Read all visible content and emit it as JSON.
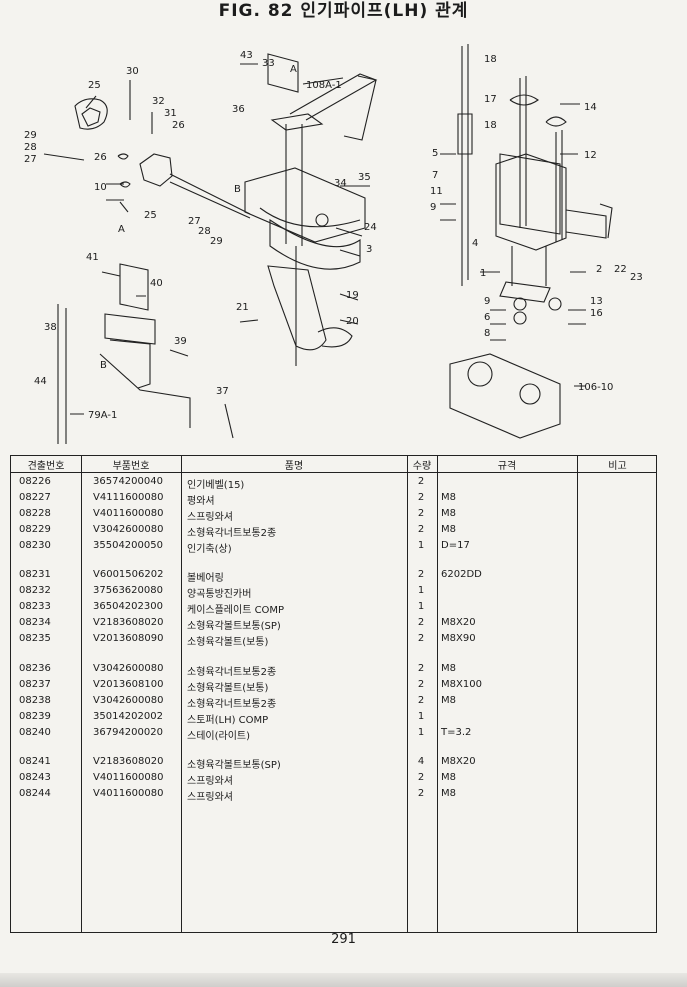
{
  "title": "FIG. 82 인기파이프(LH) 관계",
  "diagram": {
    "callouts": [
      "43",
      "33",
      "A",
      "108A-1",
      "18",
      "30",
      "36",
      "25",
      "32",
      "31",
      "17",
      "14",
      "26",
      "18",
      "29",
      "28",
      "27",
      "26",
      "5",
      "12",
      "10",
      "34",
      "35",
      "7",
      "B",
      "11",
      "9",
      "25",
      "27",
      "28",
      "29",
      "24",
      "4",
      "A",
      "3",
      "1",
      "2",
      "22",
      "23",
      "41",
      "40",
      "21",
      "19",
      "9",
      "13",
      "38",
      "20",
      "6",
      "16",
      "39",
      "8",
      "B",
      "44",
      "106-10",
      "37",
      "79A-1"
    ]
  },
  "table": {
    "headers": {
      "code": "견출번호",
      "part_no": "부품번호",
      "name": "품명",
      "qty": "수량",
      "spec": "규격",
      "remark": "비고"
    },
    "rows": [
      {
        "code": "08226",
        "part_no": "36574200040",
        "name": "인기베벨(15)",
        "qty": "2",
        "spec": ""
      },
      {
        "code": "08227",
        "part_no": "V4111600080",
        "name": "평와셔",
        "qty": "2",
        "spec": "M8"
      },
      {
        "code": "08228",
        "part_no": "V4011600080",
        "name": "스프링와셔",
        "qty": "2",
        "spec": "M8"
      },
      {
        "code": "08229",
        "part_no": "V3042600080",
        "name": "소형육각너트보통2종",
        "qty": "2",
        "spec": "M8"
      },
      {
        "code": "08230",
        "part_no": "35504200050",
        "name": "인기축(상)",
        "qty": "1",
        "spec": "D=17"
      },
      {
        "code": "08231",
        "part_no": "V6001506202",
        "name": "볼베어링",
        "qty": "2",
        "spec": "6202DD"
      },
      {
        "code": "08232",
        "part_no": "37563620080",
        "name": "양곡통방진카버",
        "qty": "1",
        "spec": ""
      },
      {
        "code": "08233",
        "part_no": "36504202300",
        "name": "케이스플레이트 COMP",
        "qty": "1",
        "spec": ""
      },
      {
        "code": "08234",
        "part_no": "V2183608020",
        "name": "소형육각볼트보통(SP)",
        "qty": "2",
        "spec": "M8X20"
      },
      {
        "code": "08235",
        "part_no": "V2013608090",
        "name": "소형육각볼트(보통)",
        "qty": "2",
        "spec": "M8X90"
      },
      {
        "code": "08236",
        "part_no": "V3042600080",
        "name": "소형육각너트보통2종",
        "qty": "2",
        "spec": "M8"
      },
      {
        "code": "08237",
        "part_no": "V2013608100",
        "name": "소형육각볼트(보통)",
        "qty": "2",
        "spec": "M8X100"
      },
      {
        "code": "08238",
        "part_no": "V3042600080",
        "name": "소형육각너트보통2종",
        "qty": "2",
        "spec": "M8"
      },
      {
        "code": "08239",
        "part_no": "35014202002",
        "name": "스토퍼(LH) COMP",
        "qty": "1",
        "spec": ""
      },
      {
        "code": "08240",
        "part_no": "36794200020",
        "name": "스테이(라이트)",
        "qty": "1",
        "spec": "T=3.2"
      },
      {
        "code": "08241",
        "part_no": "V2183608020",
        "name": "소형육각볼트보통(SP)",
        "qty": "4",
        "spec": "M8X20"
      },
      {
        "code": "08243",
        "part_no": "V4011600080",
        "name": "스프링와셔",
        "qty": "2",
        "spec": "M8"
      },
      {
        "code": "08244",
        "part_no": "V4011600080",
        "name": "스프링와셔",
        "qty": "2",
        "spec": "M8"
      }
    ]
  },
  "page_number": "291"
}
